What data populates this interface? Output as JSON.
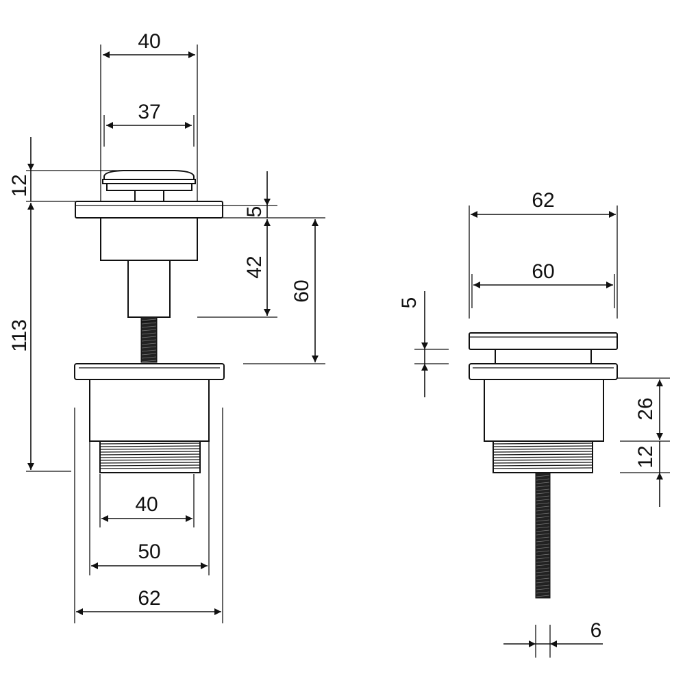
{
  "dimensions": {
    "left": {
      "cap_outer_width": "40",
      "cap_inner_width": "37",
      "cap_height": "12",
      "total_height": "113",
      "flange_gap": "5",
      "stem_length": "42",
      "body_depth": "60",
      "thread_width": "40",
      "body_width": "50",
      "flange_width": "62"
    },
    "right": {
      "flange_outer_width": "62",
      "cap_width": "60",
      "gap": "5",
      "body_height": "26",
      "thread_height": "12",
      "rod_diameter": "6"
    }
  }
}
